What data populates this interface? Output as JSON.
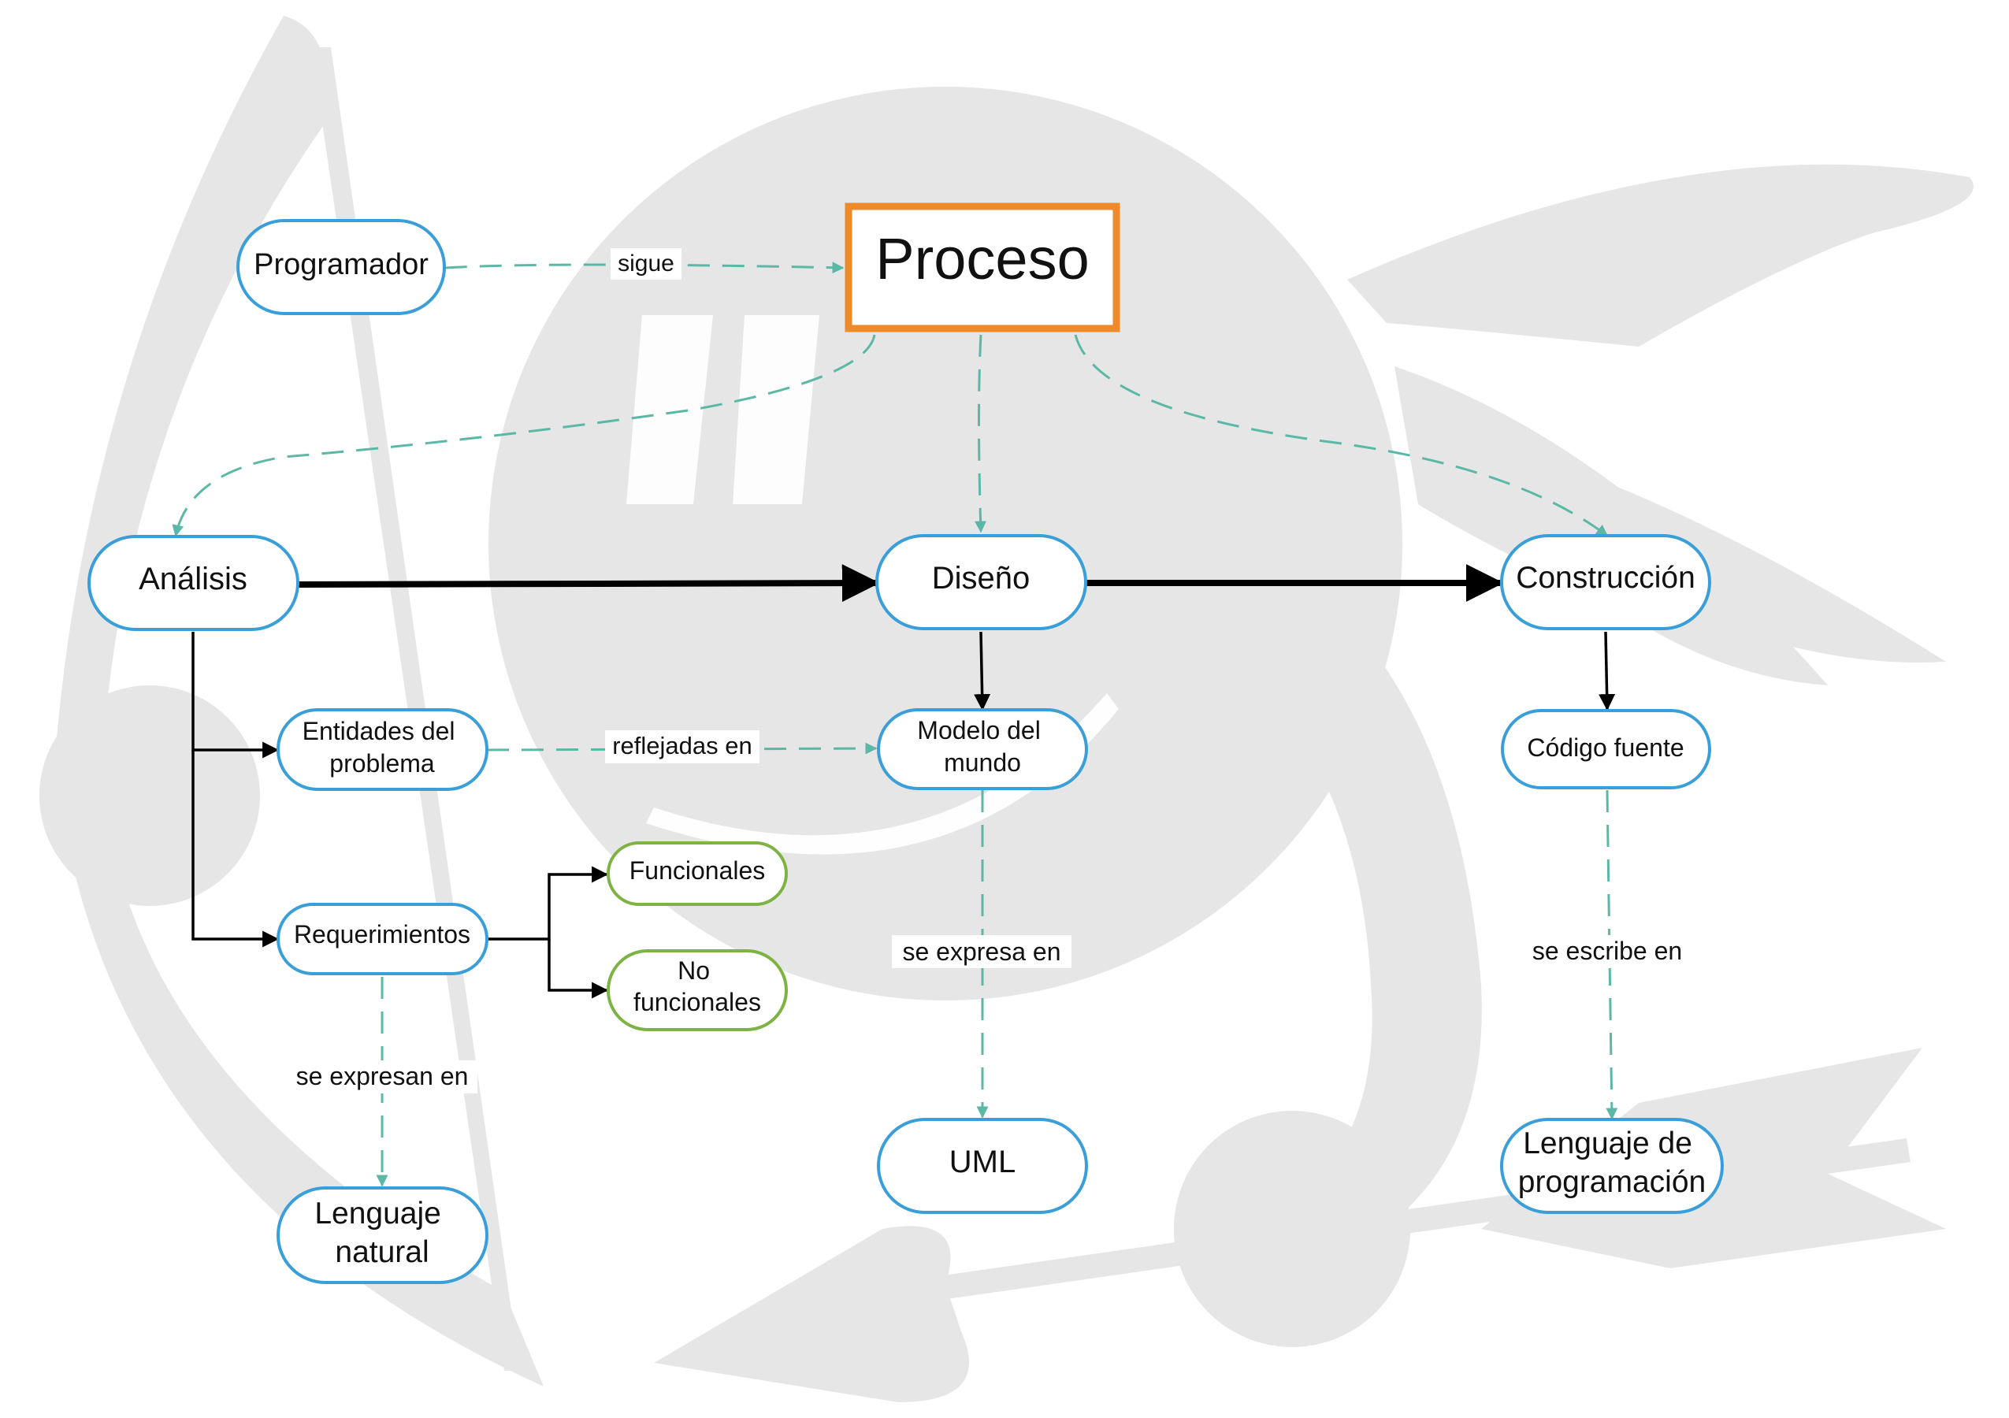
{
  "colors": {
    "node_border": "#3a9fd9",
    "node_border_green": "#7cb342",
    "title_border": "#ee8a2a",
    "dashed_edge": "#5cb8a6",
    "solid_edge": "#000000",
    "watermark": "#e6e6e6"
  },
  "nodes": {
    "proceso": "Proceso",
    "programador": "Programador",
    "analisis": "Análisis",
    "diseno": "Diseño",
    "construccion": "Construcción",
    "entidades": [
      "Entidades del",
      "problema"
    ],
    "requerimientos": "Requerimientos",
    "funcionales": "Funcionales",
    "no_funcionales": [
      "No",
      "funcionales"
    ],
    "lenguaje_natural": [
      "Lenguaje",
      "natural"
    ],
    "modelo_mundo": [
      "Modelo del",
      "mundo"
    ],
    "uml": "UML",
    "codigo_fuente": "Código fuente",
    "lenguaje_programacion": [
      "Lenguaje de",
      "programación"
    ]
  },
  "edge_labels": {
    "sigue": "sigue",
    "reflejadas_en": "reflejadas en",
    "se_expresa_en": "se expresa en",
    "se_expresan_en": "se expresan en",
    "se_escribe_en": "se escribe en"
  },
  "watermark": {
    "icon": "cupid-smiley-watermark"
  }
}
